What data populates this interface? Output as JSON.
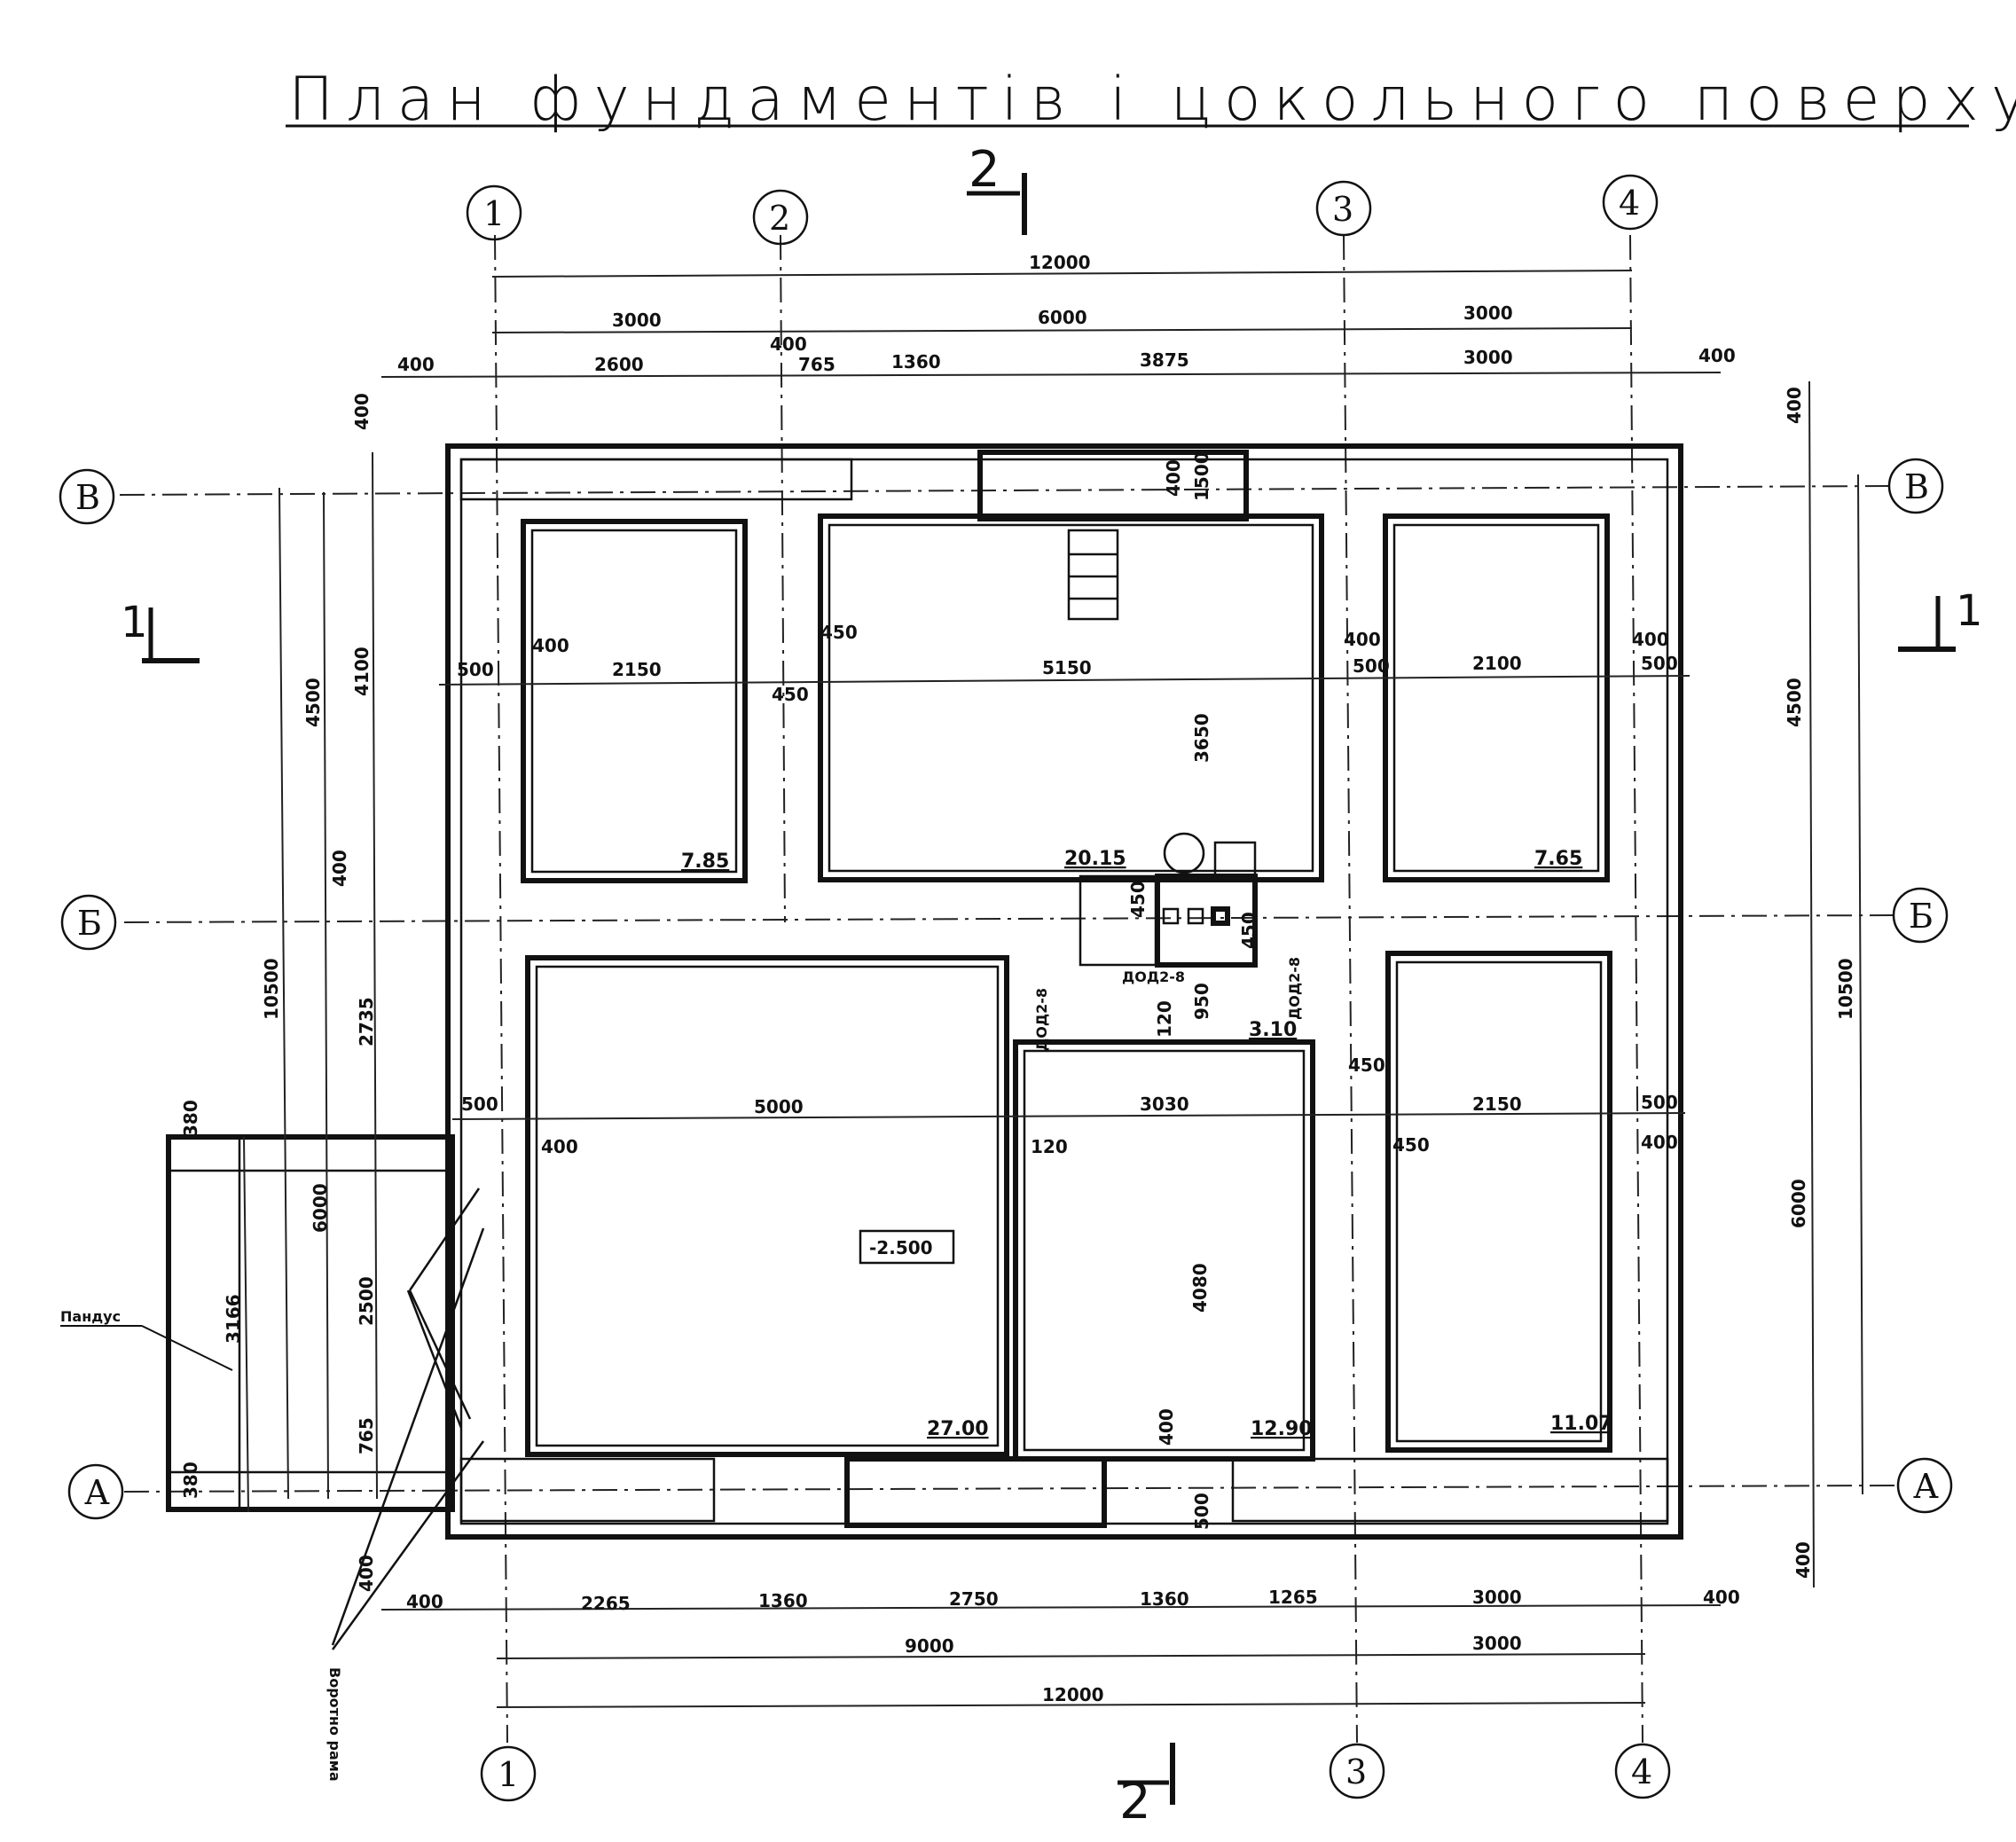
{
  "title": "План фундаментів і цокольного поверху",
  "axes": {
    "vertical": [
      "1",
      "2",
      "3",
      "4"
    ],
    "horizontal": [
      "В",
      "Б",
      "А"
    ]
  },
  "sections": {
    "s1": "1",
    "s2": "2"
  },
  "top_dims": {
    "total": "12000",
    "row2": [
      "3000",
      "6000",
      "3000"
    ],
    "row3": [
      "400",
      "2600",
      "400",
      "765",
      "1360",
      "3875",
      "3000",
      "400"
    ]
  },
  "bottom_dims": {
    "row1": [
      "400",
      "2265",
      "1360",
      "2750",
      "1360",
      "1265",
      "3000",
      "400"
    ],
    "row2": [
      "9000",
      "3000"
    ],
    "total": "12000"
  },
  "left_dims": {
    "outer": "10500",
    "a": "4500",
    "b": "4100",
    "c": "400",
    "d": "400",
    "e": "2735",
    "f": "2500",
    "g": "765",
    "h": "6000",
    "i": "380",
    "j": "3166",
    "k": "380",
    "l": "400"
  },
  "right_dims": {
    "top": "400",
    "a": "4500",
    "b": "10500",
    "c": "6000",
    "bottom": "400"
  },
  "interior_dims": {
    "r1_w": "2150",
    "r1_t1": "500",
    "r1_t2": "400",
    "r2_w": "5150",
    "r2_t1": "450",
    "r2_t2": "450",
    "r3_w": "2100",
    "r3_t1": "400",
    "r3_t2": "500",
    "r3_t3": "400",
    "r3_t4": "500",
    "v3650": "3650",
    "v400": "400",
    "v1500": "1500",
    "c450a": "450",
    "c450b": "450",
    "c950": "950",
    "c120": "120",
    "r4_w": "5000",
    "r4_t1": "500",
    "r4_t2": "400",
    "r5_w": "3030",
    "r5_t": "120",
    "r6_t": "450",
    "r6_w": "2150",
    "r6_t2": "450",
    "r6_t3": "500",
    "r6_t4": "400",
    "v4080": "4080",
    "v400b": "400",
    "v500b": "500"
  },
  "areas": {
    "r1": "7.85",
    "r2": "20.15",
    "r3": "7.65",
    "r4": "27.00",
    "r5": "12.90",
    "r6": "11.07",
    "r7": "3.10"
  },
  "level": "-2.500",
  "doors": {
    "d1": "ДОД2-8",
    "d2": "ДОД2-8",
    "d3": "ДОД2-8"
  },
  "labels": {
    "ramp": "Пандус",
    "gate": "Воротно рама"
  }
}
